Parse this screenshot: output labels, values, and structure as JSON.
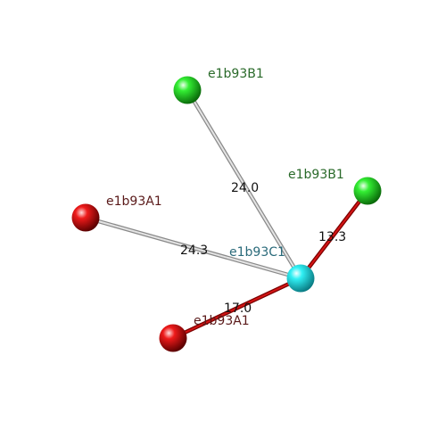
{
  "colors": {
    "background": "#ffffff",
    "green_node": "#22dd22",
    "red_node": "#dd1111",
    "cyan_node": "#22e8ee",
    "grey_edge": "#c8c8c8",
    "red_edge": "#c41010",
    "green_label": "#2a6a2a",
    "red_label": "#5a1a1a",
    "cyan_label": "#2a6a7a"
  },
  "nodes": [
    {
      "id": "top_green",
      "label": "e1b93B1",
      "color": "green"
    },
    {
      "id": "right_green",
      "label": "e1b93B1",
      "color": "green"
    },
    {
      "id": "left_red",
      "label": "e1b93A1",
      "color": "red"
    },
    {
      "id": "bottom_red",
      "label": "e1b93A1",
      "color": "red"
    },
    {
      "id": "center_cyan",
      "label": "e1b93C1",
      "color": "cyan"
    }
  ],
  "edges": [
    {
      "from": "top_green",
      "to": "center_cyan",
      "label": "24.0",
      "color": "grey"
    },
    {
      "from": "left_red",
      "to": "center_cyan",
      "label": "24.3",
      "color": "grey"
    },
    {
      "from": "right_green",
      "to": "center_cyan",
      "label": "13.3",
      "color": "red"
    },
    {
      "from": "bottom_red",
      "to": "center_cyan",
      "label": "17.0",
      "color": "red"
    }
  ]
}
